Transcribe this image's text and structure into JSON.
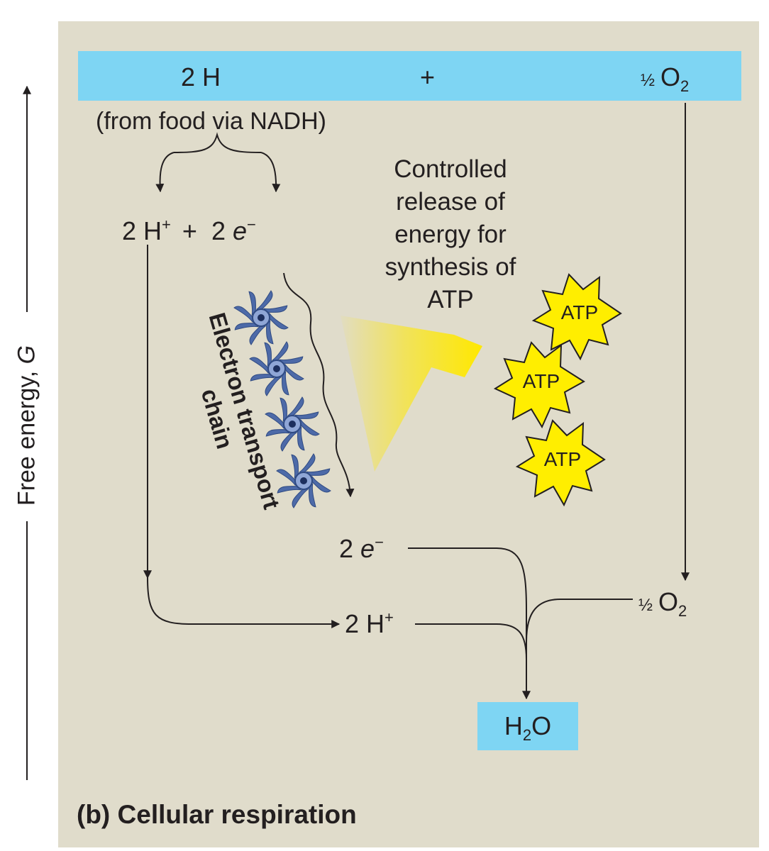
{
  "colors": {
    "panel_bg": "#e0dccb",
    "band_blue": "#7ed5f3",
    "arrow": "#231f20",
    "atp_yellow": "#ffee00",
    "glow_yellow": "#ffe800",
    "carrier_blue": "#4d6aa8"
  },
  "axis": {
    "label_prefix": "Free energy, ",
    "label_var": "G"
  },
  "top_band": {
    "left": "2 H",
    "plus": "+",
    "half": "½",
    "o": "O",
    "o_sub": "2"
  },
  "from_food": "(from food via NADH)",
  "split": {
    "hplus": "2 H",
    "hplus_sup": "+",
    "plus": "+",
    "electrons": "2 ",
    "electrons_e": "e",
    "electrons_sup": "−"
  },
  "controlled_release": [
    "Controlled",
    "release of",
    "energy for",
    "synthesis of",
    "ATP"
  ],
  "etc_label": [
    "Electron transport",
    "chain"
  ],
  "atp_labels": [
    "ATP",
    "ATP",
    "ATP"
  ],
  "bottom": {
    "electrons": "2 ",
    "electrons_e": "e",
    "electrons_sup": "−",
    "hplus": "2 H",
    "hplus_sup": "+",
    "half": "½",
    "o": "O",
    "o_sub": "2",
    "water_h": "H",
    "water_sub": "2",
    "water_o": "O"
  },
  "caption": "(b) Cellular respiration",
  "icons": {
    "carrier": "electron-carrier-icon",
    "atp_burst": "starburst-icon",
    "energy_glow": "yellow-energy-arrow-icon"
  }
}
